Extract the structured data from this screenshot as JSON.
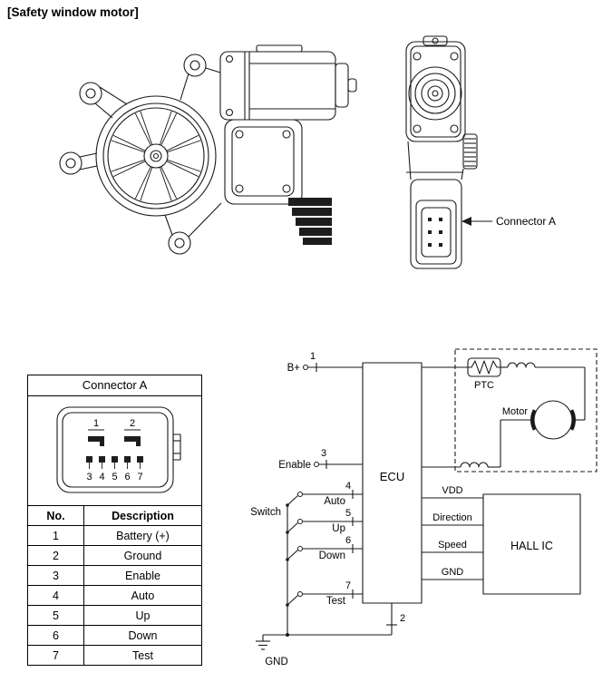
{
  "page_title": "[Safety window motor]",
  "side_view": {
    "connector_callout": "Connector A"
  },
  "connector_detail": {
    "title": "Connector A",
    "pin_top": [
      "1",
      "2"
    ],
    "pin_bottom": [
      "3",
      "4",
      "5",
      "6",
      "7"
    ]
  },
  "pin_table": {
    "headers": [
      "No.",
      "Description"
    ],
    "rows": [
      {
        "no": "1",
        "desc": "Battery (+)"
      },
      {
        "no": "2",
        "desc": "Ground"
      },
      {
        "no": "3",
        "desc": "Enable"
      },
      {
        "no": "4",
        "desc": "Auto"
      },
      {
        "no": "5",
        "desc": "Up"
      },
      {
        "no": "6",
        "desc": "Down"
      },
      {
        "no": "7",
        "desc": "Test"
      }
    ]
  },
  "circuit": {
    "blocks": {
      "ecu": "ECU",
      "hall_ic": "HALL IC",
      "ptc": "PTC",
      "motor": "Motor"
    },
    "inputs": {
      "bplus": "B+",
      "enable": "Enable",
      "switch": "Switch",
      "auto": "Auto",
      "up": "Up",
      "down": "Down",
      "test": "Test",
      "gnd": "GND"
    },
    "pins": {
      "p1": "1",
      "p2": "2",
      "p3": "3",
      "p4": "4",
      "p5": "5",
      "p6": "6",
      "p7": "7"
    },
    "hall_signals": {
      "vdd": "VDD",
      "direction": "Direction",
      "speed": "Speed",
      "gnd": "GND"
    }
  }
}
